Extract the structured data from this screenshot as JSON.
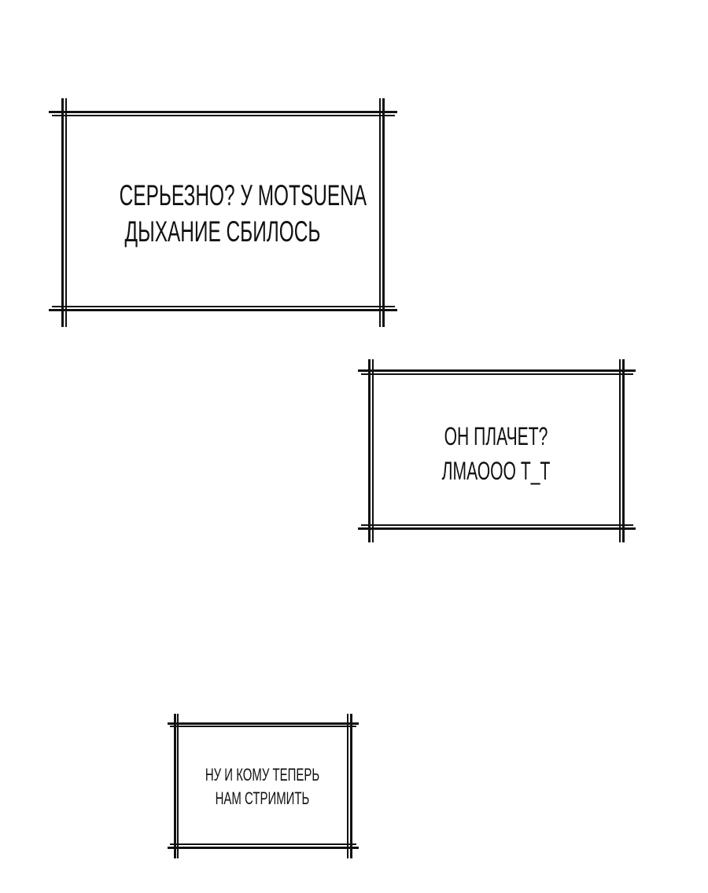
{
  "background_color": "#ffffff",
  "ink_color": "#111111",
  "captions": [
    {
      "lines": [
        "СЕРЬЕЗНО? У MOTSUENA",
        "ДЫХАНИЕ СБИЛОСЬ"
      ]
    },
    {
      "lines": [
        "ОН ПЛАЧЕТ?",
        "ЛМАООО Т_Т"
      ]
    },
    {
      "lines": [
        "НУ И КОМУ ТЕПЕРЬ",
        "НАМ СТРИМИТЬ"
      ]
    }
  ]
}
